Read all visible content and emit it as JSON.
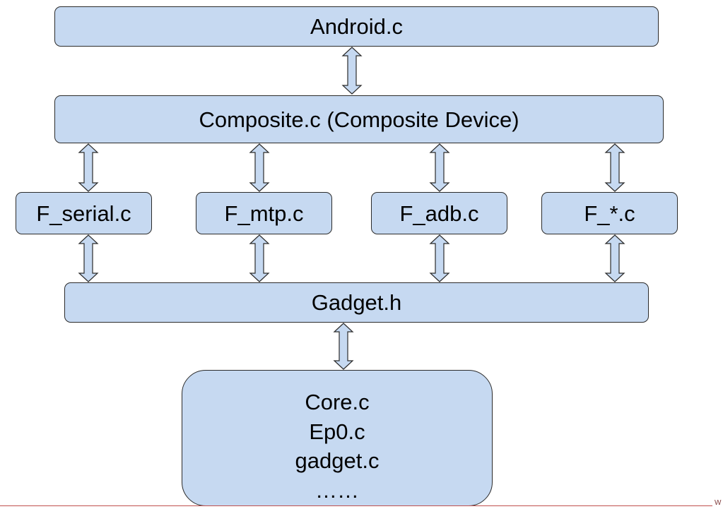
{
  "diagram": {
    "android": "Android.c",
    "composite": "Composite.c (Composite Device)",
    "functions": [
      "F_serial.c",
      "F_mtp.c",
      "F_adb.c",
      "F_*.c"
    ],
    "gadget_h": "Gadget.h",
    "core_lines": [
      "Core.c",
      "Ep0.c",
      "gadget.c",
      "……"
    ],
    "corner_mark": "W"
  },
  "colors": {
    "box_fill": "#c6d9f1",
    "box_border": "#2b2b2b",
    "baseline": "#c0504d"
  }
}
